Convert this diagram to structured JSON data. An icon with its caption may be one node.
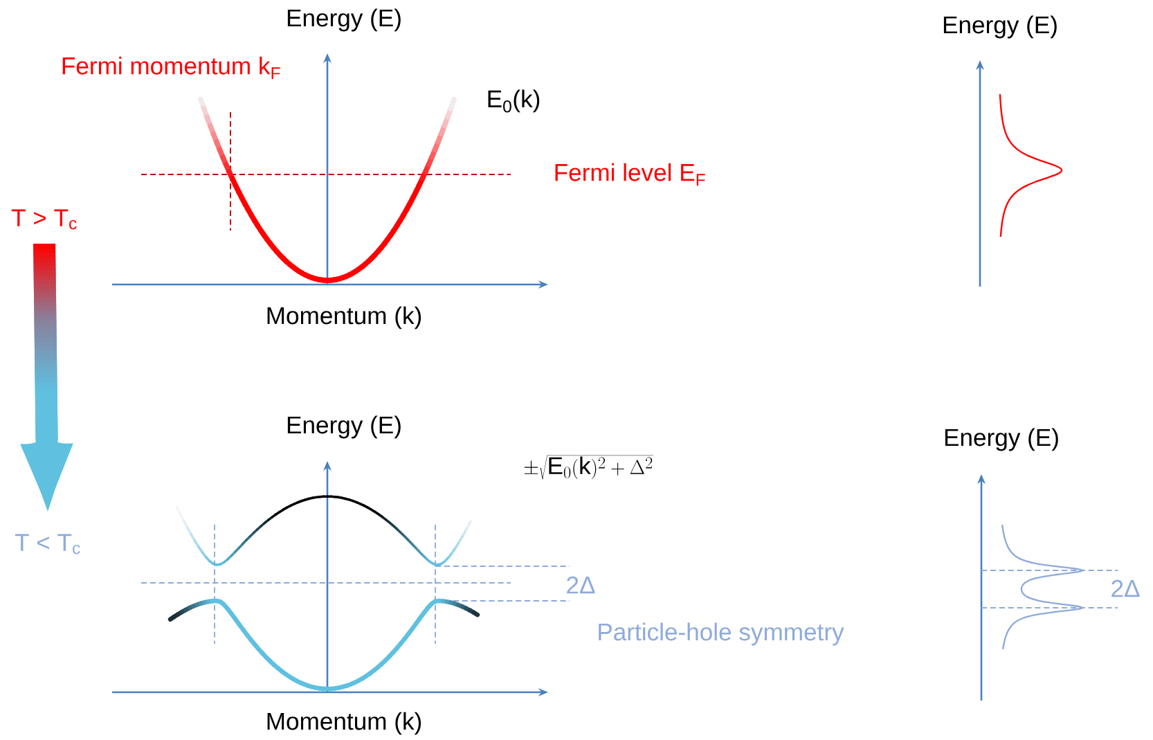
{
  "diagram": {
    "nodes": [
      {
        "text": [
          "T > T$_{c}$"
        ]
      },
      {
        "text": [
          "T < T$_{c}$"
        ]
      }
    ],
    "edges": [
      {
        "from": 0,
        "to": 1,
        "arrow": "to"
      }
    ],
    "labels": [
      "Energy (E)",
      "Energy (E)",
      "Fermi momentum k$_{F}$",
      "E$_{0}$(k)",
      "Fermi level E$_{F}$",
      "Momentum (k)",
      "Energy (E)",
      "Energy (E)",
      "\\pm\\sqrt{\\mathrm{E}_0(\\mathrm{k})^2 + \\Delta^2}",
      "2Δ",
      "2Δ",
      "Particle-hole symmetry",
      "Momentum (k)"
    ]
  }
}
